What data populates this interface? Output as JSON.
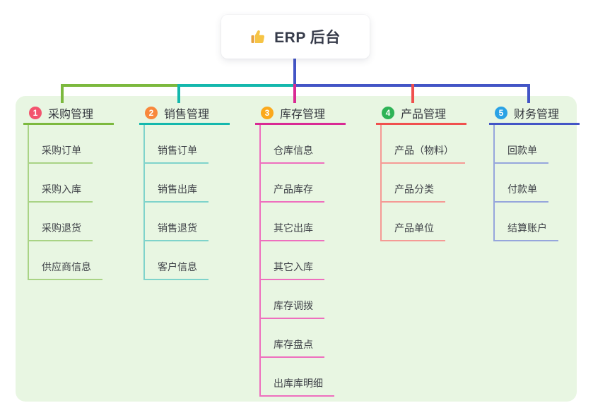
{
  "root": {
    "icon": "thumbs-up-icon",
    "title": "ERP 后台",
    "line_color": "#4355c6"
  },
  "panel": {
    "background": "#e8f6e2"
  },
  "branches": [
    {
      "num": "1",
      "label": "采购管理",
      "badge_color": "#f3546e",
      "line_color": "#7cb93e",
      "child_line_color": "#a9d385",
      "children": [
        "采购订单",
        "采购入库",
        "采购退货",
        "供应商信息"
      ]
    },
    {
      "num": "2",
      "label": "销售管理",
      "badge_color": "#f8883c",
      "line_color": "#14b8ad",
      "child_line_color": "#7fd3cb",
      "children": [
        "销售订单",
        "销售出库",
        "销售退货",
        "客户信息"
      ]
    },
    {
      "num": "3",
      "label": "库存管理",
      "badge_color": "#fba91c",
      "line_color": "#d92a94",
      "child_line_color": "#ee6fbe",
      "children": [
        "仓库信息",
        "产品库存",
        "其它出库",
        "其它入库",
        "库存调拨",
        "库存盘点",
        "出库库明细"
      ]
    },
    {
      "num": "4",
      "label": "产品管理",
      "badge_color": "#2eb356",
      "line_color": "#f0504e",
      "child_line_color": "#f59a95",
      "children": [
        "产品（物料）",
        "产品分类",
        "产品单位"
      ]
    },
    {
      "num": "5",
      "label": "财务管理",
      "badge_color": "#2aa2e5",
      "line_color": "#4355c6",
      "child_line_color": "#96a6dc",
      "children": [
        "回款单",
        "付款单",
        "结算账户"
      ]
    }
  ]
}
